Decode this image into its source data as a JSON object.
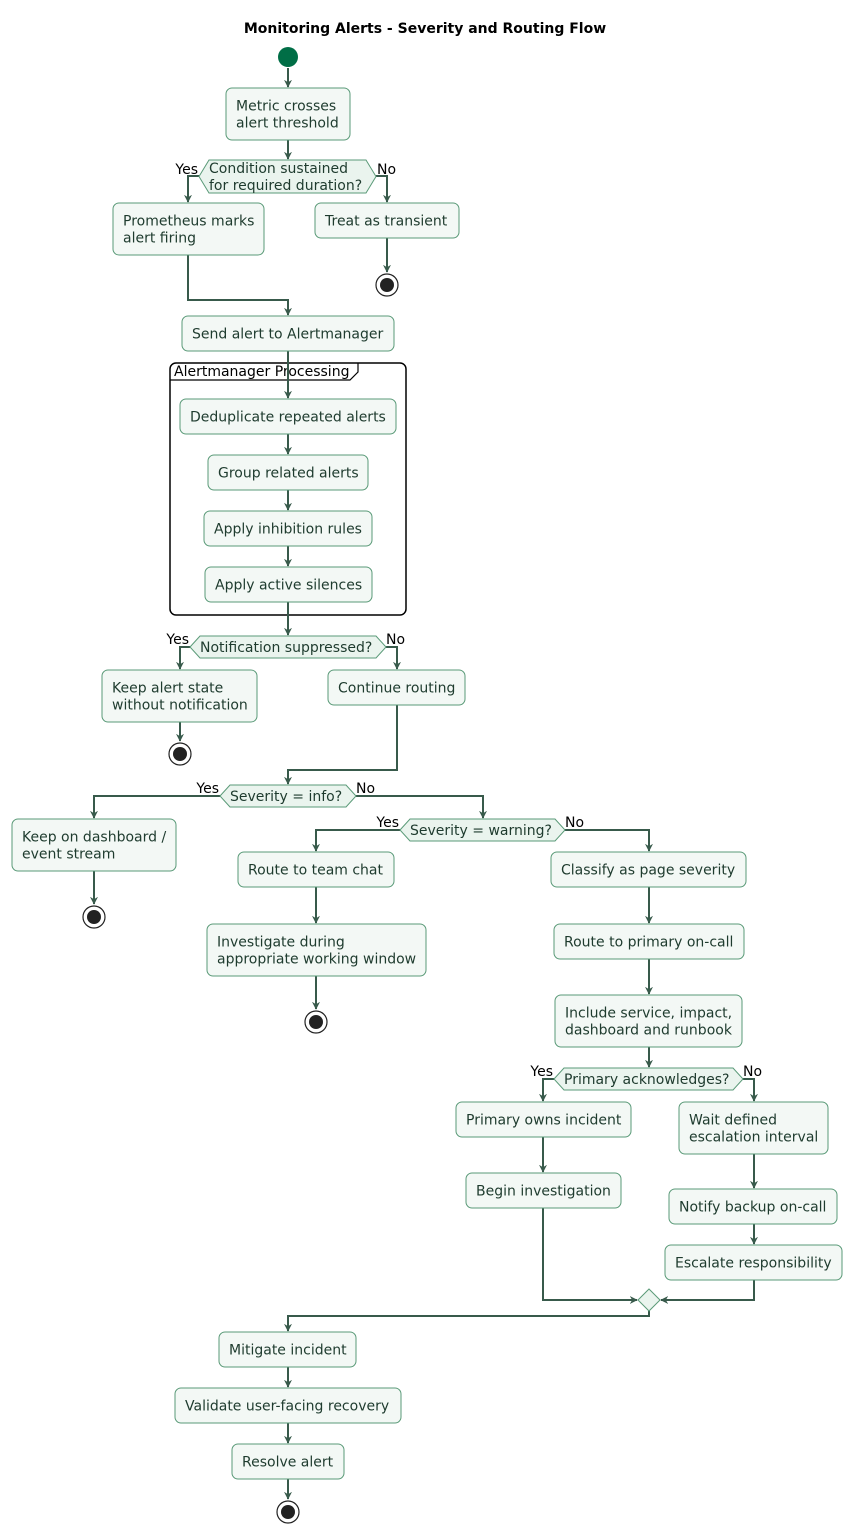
{
  "title": "Monitoring Alerts - Severity and Routing Flow",
  "colors": {
    "start_node": "#006e46",
    "end_node": "#222222",
    "node_fill": "#f3f8f5",
    "node_border": "#5a9a78",
    "arrow": "#385a4b",
    "text": "#1e3b2e",
    "frame_border": "#000000"
  },
  "frame": {
    "label": "Alertmanager Processing"
  },
  "nodes": {
    "metric_crosses": [
      "Metric crosses",
      "alert threshold"
    ],
    "prometheus_firing": [
      "Prometheus marks",
      "alert firing"
    ],
    "treat_transient": [
      "Treat as transient"
    ],
    "send_alertmanager": [
      "Send alert to Alertmanager"
    ],
    "deduplicate": [
      "Deduplicate repeated alerts"
    ],
    "group_related": [
      "Group related alerts"
    ],
    "apply_inhibition": [
      "Apply inhibition rules"
    ],
    "apply_silences": [
      "Apply active silences"
    ],
    "keep_state": [
      "Keep alert state",
      "without notification"
    ],
    "continue_routing": [
      "Continue routing"
    ],
    "keep_dashboard": [
      "Keep on dashboard /",
      "event stream"
    ],
    "route_team_chat": [
      "Route to team chat"
    ],
    "investigate_window": [
      "Investigate during",
      "appropriate working window"
    ],
    "classify_page": [
      "Classify as page severity"
    ],
    "route_primary": [
      "Route to primary on-call"
    ],
    "include_service": [
      "Include service, impact,",
      "dashboard and runbook"
    ],
    "primary_owns": [
      "Primary owns incident"
    ],
    "begin_investigation": [
      "Begin investigation"
    ],
    "wait_escalation": [
      "Wait defined",
      "escalation interval"
    ],
    "notify_backup": [
      "Notify backup on-call"
    ],
    "escalate": [
      "Escalate responsibility"
    ],
    "mitigate": [
      "Mitigate incident"
    ],
    "validate_recovery": [
      "Validate user-facing recovery"
    ],
    "resolve": [
      "Resolve alert"
    ]
  },
  "decisions": {
    "sustained": {
      "text": [
        "Condition sustained",
        "for required duration?"
      ],
      "yes": "Yes",
      "no": "No"
    },
    "suppressed": {
      "text": [
        "Notification suppressed?"
      ],
      "yes": "Yes",
      "no": "No"
    },
    "info": {
      "text": [
        "Severity = info?"
      ],
      "yes": "Yes",
      "no": "No"
    },
    "warning": {
      "text": [
        "Severity = warning?"
      ],
      "yes": "Yes",
      "no": "No"
    },
    "acknowledges": {
      "text": [
        "Primary acknowledges?"
      ],
      "yes": "Yes",
      "no": "No"
    }
  }
}
